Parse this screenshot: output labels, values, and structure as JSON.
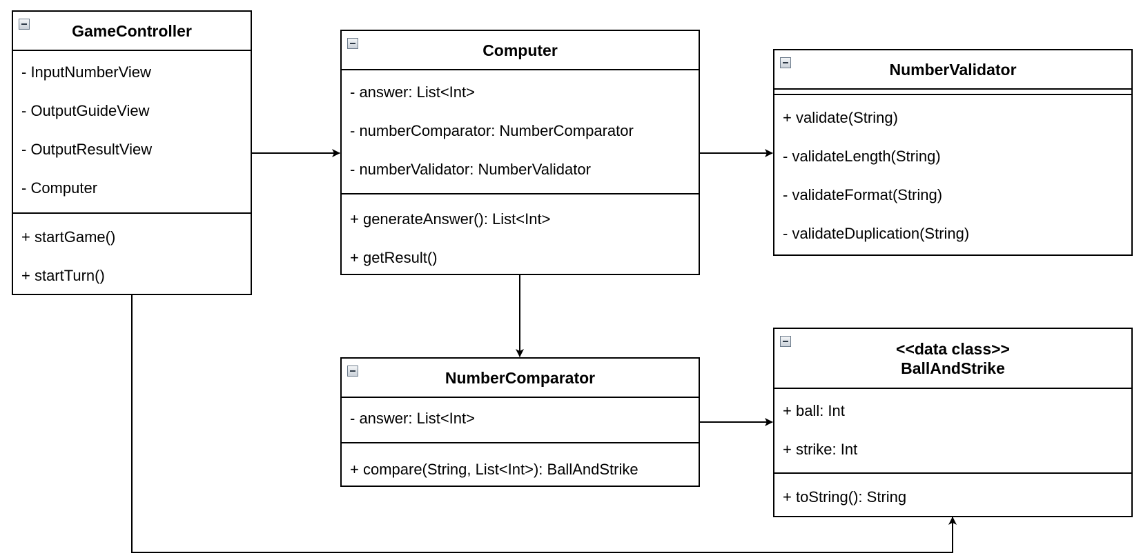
{
  "classes": {
    "game_controller": {
      "name": "GameController",
      "attributes": [
        "- InputNumberView",
        "- OutputGuideView",
        "- OutputResultView",
        "- Computer"
      ],
      "methods": [
        "+ startGame()",
        "+ startTurn()"
      ]
    },
    "computer": {
      "name": "Computer",
      "attributes": [
        "- answer: List<Int>",
        "- numberComparator: NumberComparator",
        "- numberValidator: NumberValidator"
      ],
      "methods": [
        "+ generateAnswer(): List<Int>",
        "+ getResult()"
      ]
    },
    "number_validator": {
      "name": "NumberValidator",
      "attributes": [],
      "methods": [
        "+ validate(String)",
        "- validateLength(String)",
        "- validateFormat(String)",
        "- validateDuplication(String)"
      ]
    },
    "number_comparator": {
      "name": "NumberComparator",
      "attributes": [
        "- answer: List<Int>"
      ],
      "methods": [
        "+ compare(String, List<Int>): BallAndStrike"
      ]
    },
    "ball_and_strike": {
      "stereotype": "<<data class>>",
      "name": "BallAndStrike",
      "attributes": [
        "+ ball: Int",
        "+ strike: Int"
      ],
      "methods": [
        "+ toString(): String"
      ]
    }
  },
  "relations": [
    {
      "from": "GameController",
      "to": "Computer"
    },
    {
      "from": "Computer",
      "to": "NumberValidator"
    },
    {
      "from": "Computer",
      "to": "NumberComparator"
    },
    {
      "from": "NumberComparator",
      "to": "BallAndStrike"
    },
    {
      "from": "GameController",
      "to": "BallAndStrike"
    }
  ],
  "icons": {
    "collapse": "collapse-icon"
  }
}
